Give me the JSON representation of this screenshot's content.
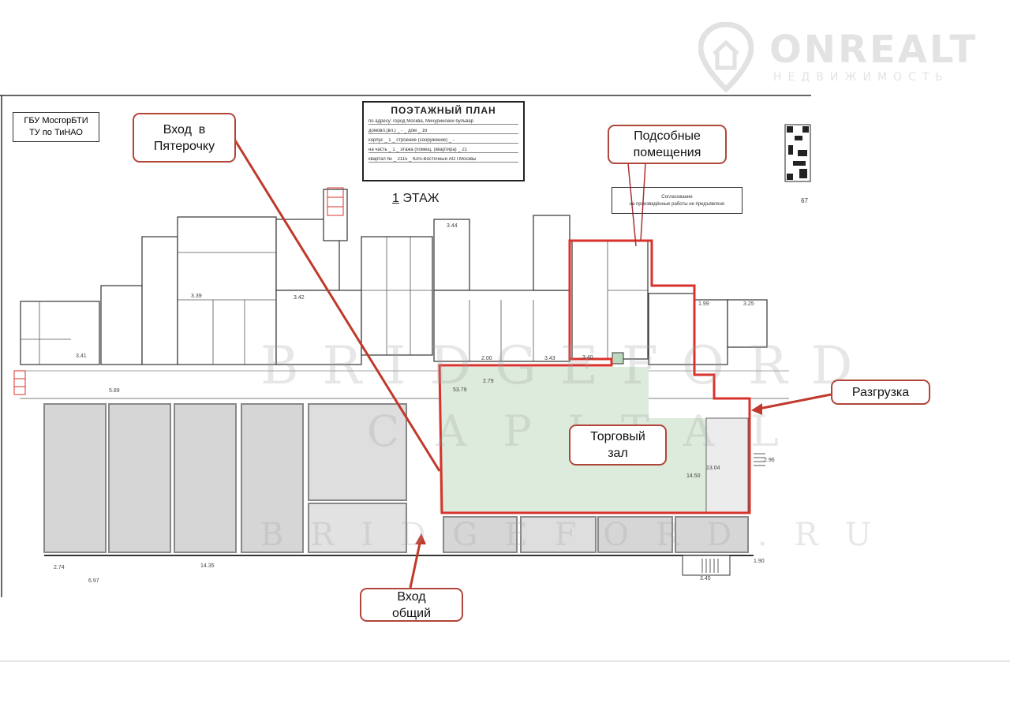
{
  "watermarks": {
    "onrealt": "ONREALT",
    "onrealt_sub": "НЕДВИЖИМОСТЬ",
    "bridgeford": "BRIDGEFORD",
    "capital": "CAPITAL",
    "bridgeford_ru": "BRIDGEFORD.RU"
  },
  "header": {
    "bti_line1": "ГБУ МосгорБТИ",
    "bti_line2": "ТУ по ТиНАО",
    "plan_title": "ПОЭТАЖНЫЙ ПЛАН",
    "rows": [
      "по адресу: город Москва, Мичуринский бульвар",
      "домовл.(вл.) _ - _ дом _ 16",
      "корпус _ 1 _ строение (сооружение) _ -",
      "на часть _ 1 _ этажа (помещ. (квартира) _ 21",
      "квартал № _ 2115 _ Юго-Восточный АО г.Москвы"
    ],
    "floor_number": "1",
    "floor_label": "ЭТАЖ",
    "approval_line1": "Согласование",
    "approval_line2": "на произведённые работы не предъявлено",
    "sheet_no": "67"
  },
  "callouts": {
    "entrance_store_1": "Вход  в",
    "entrance_store_2": "Пятерочку",
    "utility_1": "Подсобные",
    "utility_2": "помещения",
    "unloading": "Разгрузка",
    "sales_hall_1": "Торговый",
    "sales_hall_2": "зал",
    "main_entrance_1": "Вход",
    "main_entrance_2": "общий"
  },
  "dimensions": [
    "3.41",
    "5.89",
    "53.79",
    "2.79",
    "14.50",
    "13.04",
    "3.45",
    "1.90",
    "14.35",
    "6.97",
    "2.74",
    "3.40",
    "3.43",
    "2.00",
    "3.39",
    "3.42",
    "3.44",
    "3.25",
    "1.99",
    "2.96"
  ],
  "colors": {
    "accent_red": "#d8322c",
    "hall_fill": "#dcebdc",
    "block_fill": "#d6d6d6",
    "callout_border": "#b0463a"
  }
}
